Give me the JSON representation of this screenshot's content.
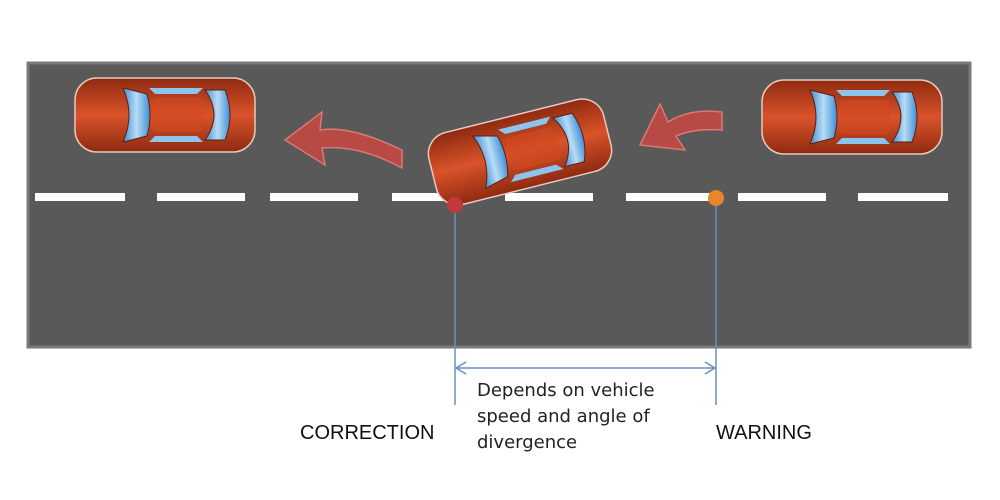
{
  "labels": {
    "correction": "CORRECTION",
    "warning": "WARNING",
    "note_lines": [
      "Depends on vehicle",
      "speed and angle of",
      "divergence"
    ]
  },
  "colors": {
    "road": "#595959",
    "lane_marking": "#ffffff",
    "car_body": "#c23a17",
    "car_glass": "#5aa6e0",
    "motion_arrow": "#b84a46",
    "correction_point": "#c0393b",
    "warning_point": "#e8862a",
    "measure_line": "#6a8fbf"
  },
  "icons": [
    "car-icon",
    "curved-arrow-icon"
  ]
}
